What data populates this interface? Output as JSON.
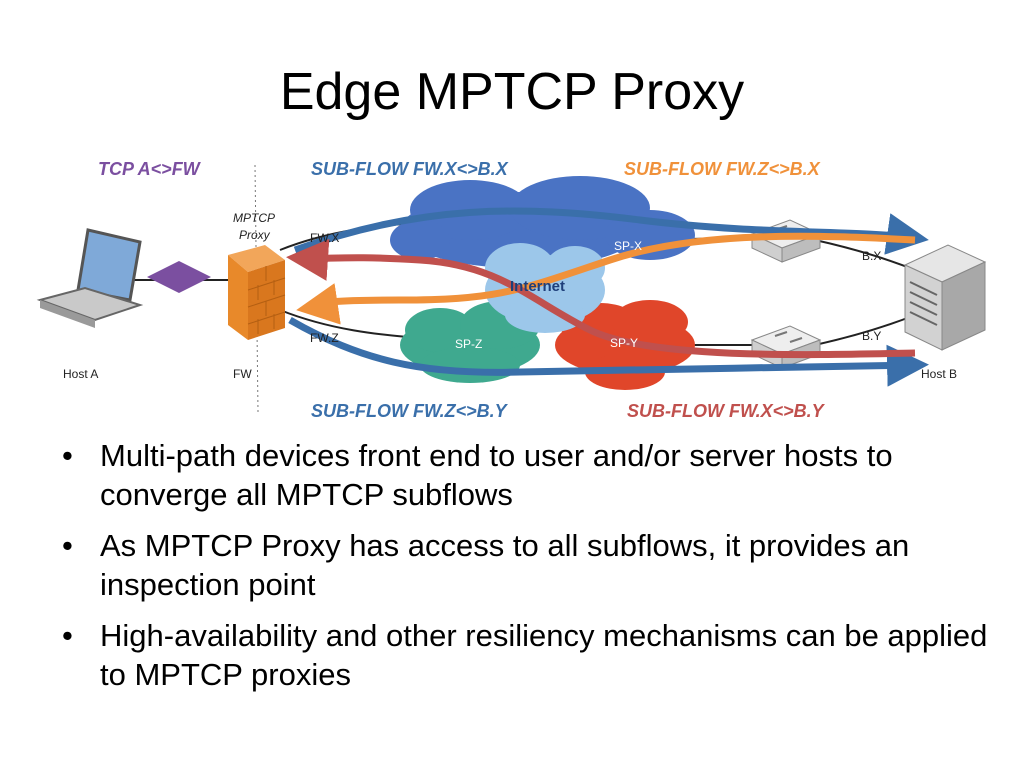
{
  "title": "Edge MPTCP Proxy",
  "flow_labels": {
    "tcp_a_fw": "TCP A<>FW",
    "sub_flow_fwx_bx": "SUB-FLOW FW.X<>B.X",
    "sub_flow_fwz_bx": "SUB-FLOW FW.Z<>B.X",
    "sub_flow_fwz_by": "SUB-FLOW FW.Z<>B.Y",
    "sub_flow_fwx_by": "SUB-FLOW FW.X<>B.Y"
  },
  "labels": {
    "mptcp_proxy_line1": "MPTCP",
    "mptcp_proxy_line2": "Proxy",
    "fw_x": "FW.X",
    "fw_z": "FW.Z",
    "sp_x": "SP-X",
    "sp_z": "SP-Z",
    "sp_y": "SP-Y",
    "internet": "Internet",
    "b_x": "B.X",
    "b_y": "B.Y",
    "host_a": "Host A",
    "fw": "FW",
    "host_b": "Host B"
  },
  "bullets": [
    "Multi-path devices front end to user and/or server hosts to converge all MPTCP subflows",
    "As MPTCP Proxy has access to all subflows, it provides an inspection point",
    "High-availability and other resiliency mechanisms can be applied to MPTCP proxies"
  ],
  "bullet_symbol": "•",
  "colors": {
    "tcp_label": "#7b4fa0",
    "blue_flow": "#3a6faa",
    "orange_flow": "#f0913a",
    "red_flow": "#c0504d",
    "firewall": "#e8892a",
    "sp_x_cloud": "#4a73c4",
    "sp_z_cloud": "#3fa98f",
    "sp_y_cloud": "#e0462a",
    "internet_cloud": "#9cc7ea"
  },
  "icons": [
    "laptop-icon",
    "firewall-icon",
    "server-icon",
    "router-icon",
    "cloud-icon"
  ]
}
